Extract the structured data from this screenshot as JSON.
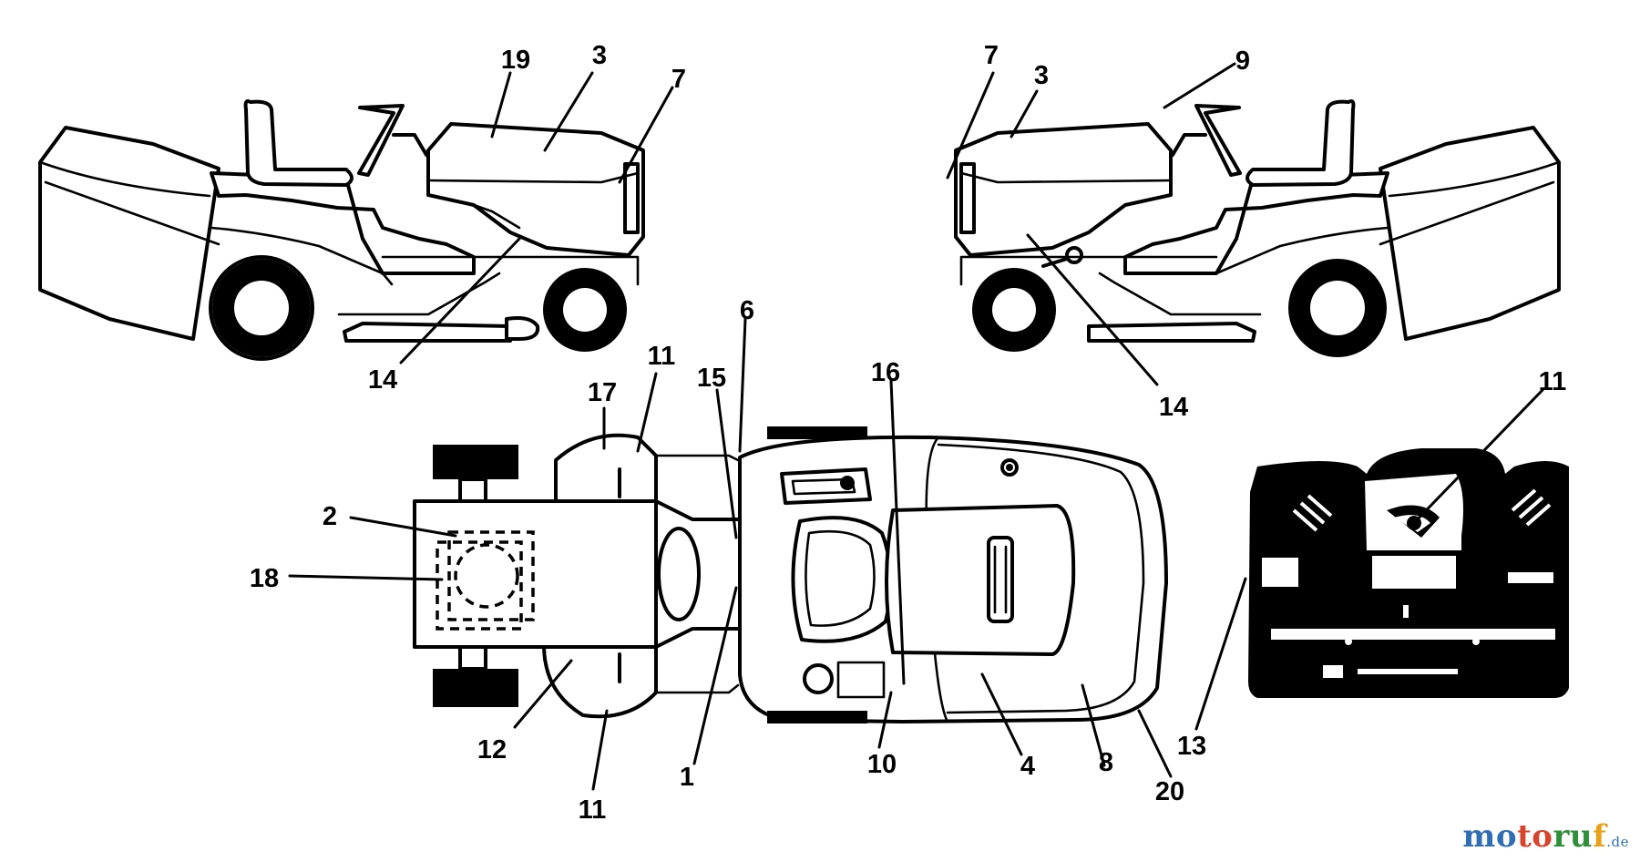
{
  "diagram": {
    "labels": {
      "side_left": [
        "19",
        "3",
        "7",
        "14"
      ],
      "side_right": [
        "7",
        "3",
        "9",
        "14"
      ],
      "top_view": [
        "6",
        "11",
        "15",
        "17",
        "16",
        "2",
        "18",
        "12",
        "11",
        "1",
        "10",
        "4",
        "8",
        "20"
      ],
      "dash_panel": [
        "11",
        "13"
      ]
    },
    "colors": {
      "line": "#000000",
      "background": "#ffffff"
    }
  },
  "watermark": {
    "parts": [
      "mo",
      "to",
      "ru",
      "f"
    ],
    "tld": ".de",
    "colors": [
      "#2f6db5",
      "#d6452d",
      "#2f8f3a",
      "#e8a21a"
    ]
  }
}
